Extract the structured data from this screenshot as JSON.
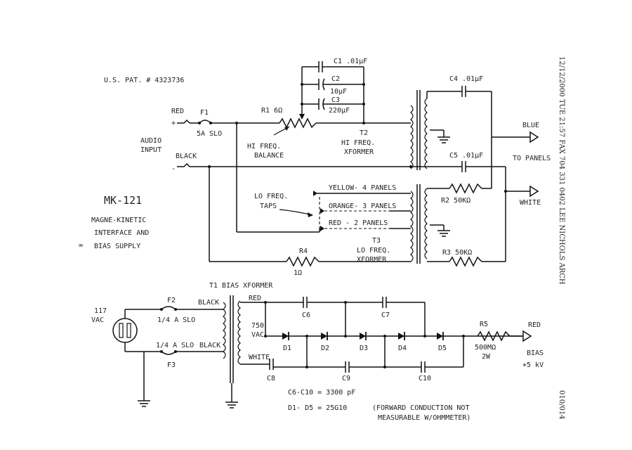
{
  "header": {
    "patent": "U.S. PAT. # 4323736",
    "fax_line": "12/12/2000 TUE 21:57  FAX 704 331 0402 LEE NICHOLS ARCH",
    "page": "010/014"
  },
  "title": {
    "model": "MK-121",
    "line1": "MAGNE-KINETIC",
    "line2": "INTERFACE AND",
    "line3": "BIAS SUPPLY",
    "bullet": "∞"
  },
  "input": {
    "red": "RED",
    "plus": "+",
    "audio1": "AUDIO",
    "audio2": "INPUT",
    "black": "BLACK",
    "minus": "-"
  },
  "fuse1": {
    "name": "F1",
    "rating": "5A SLO"
  },
  "caps_top": {
    "c1": "C1 .01μF",
    "c2": "C2",
    "c2_val": "10μF",
    "c3": "C3",
    "c3_val": "220μF"
  },
  "r1": "R1 6Ω",
  "balance": {
    "line1": "HI FREQ.",
    "line2": "BALANCE"
  },
  "t2": {
    "name": "T2",
    "line1": "HI FREQ.",
    "line2": "XFORMER"
  },
  "c4": "C4 .01μF",
  "c5": "C5 .01μF",
  "blue": "BLUE",
  "to_panels": "TO PANELS",
  "white": "WHITE",
  "lo_taps": {
    "line1": "LO FREQ.",
    "line2": "TAPS"
  },
  "taps": [
    "YELLOW- 4 PANELS",
    "ORANGE- 3 PANELS",
    "RED - 2 PANELS"
  ],
  "t3": {
    "name": "T3",
    "line1": "LO FREQ.",
    "line2": "XFORMER"
  },
  "r2": "R2 50KΩ",
  "r3": "R3 50KΩ",
  "r4": {
    "name": "R4",
    "value": "1Ω"
  },
  "t1": "T1 BIAS XFORMER",
  "mains": {
    "line1": "117",
    "line2": "VAC"
  },
  "fuse2": {
    "name": "F2",
    "rating": "1/4 A SLO"
  },
  "fuse3": {
    "name": "F3",
    "rating": "1/4 A SLO"
  },
  "prim_black_top": "BLACK",
  "prim_black_bot": "BLACK",
  "sec": {
    "red": "RED",
    "volts1": "750",
    "volts2": "VAC",
    "white": "WHITE"
  },
  "caps_bias": [
    "C6",
    "C7",
    "C8",
    "C9",
    "C10"
  ],
  "diodes": [
    "D1",
    "D2",
    "D3",
    "D4",
    "D5"
  ],
  "r5": {
    "name": "R5",
    "value": "500MΩ",
    "watts": "2W"
  },
  "bias_out": {
    "red": "RED",
    "label": "BIAS",
    "volts": "+5 kV"
  },
  "notes": {
    "caps": "C6-C10 = 3300 pF",
    "diodes": "D1- D5 = 25G10",
    "diode_note1": "(FORWARD CONDUCTION NOT",
    "diode_note2": "MEASURABLE W/OHMMETER)"
  }
}
